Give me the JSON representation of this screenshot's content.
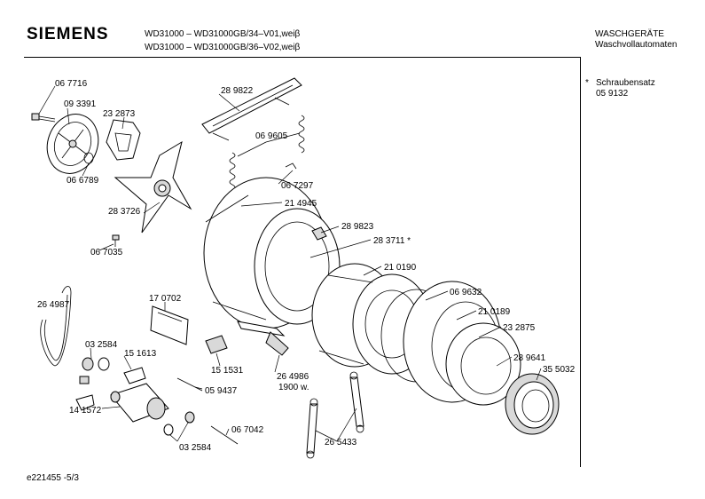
{
  "header": {
    "brand": "SIEMENS",
    "model_line_1": "WD31000 – WD31000GB/34–V01,weiβ",
    "model_line_2": "WD31000 – WD31000GB/36–V02,weiβ",
    "category": "WASCHGERÄTE",
    "subcategory": "Waschvollautomaten"
  },
  "note": {
    "marker": "*",
    "title": "Schraubensatz",
    "number": "05 9132"
  },
  "footer": {
    "code": "e221455  -5/3"
  },
  "parts": {
    "p067716": "06 7716",
    "p093391": "09 3391",
    "p232873": "23 2873",
    "p289822": "28 9822",
    "p069605": "06 9605",
    "p066789": "06 6789",
    "p067297": "06 7297",
    "p214945": "21 4945",
    "p283726": "28 3726",
    "p289823": "28 9823",
    "p283711": "28 3711 *",
    "p067035": "06 7035",
    "p210190": "21 0190",
    "p264987": "26 4987",
    "p170702": "17 0702",
    "p069632": "06 9632",
    "p210189": "21 0189",
    "p032584a": "03 2584",
    "p232875": "23 2875",
    "p151613": "15 1613",
    "p151531": "15 1531",
    "p264986": "26 4986",
    "p1900w": "1900 w.",
    "p289641": "28 9641",
    "p355032": "35 5032",
    "p059437": "05 9437",
    "p141572": "14 1572",
    "p067042": "06 7042",
    "p032584b": "03 2584",
    "p265433": "26 5433"
  }
}
